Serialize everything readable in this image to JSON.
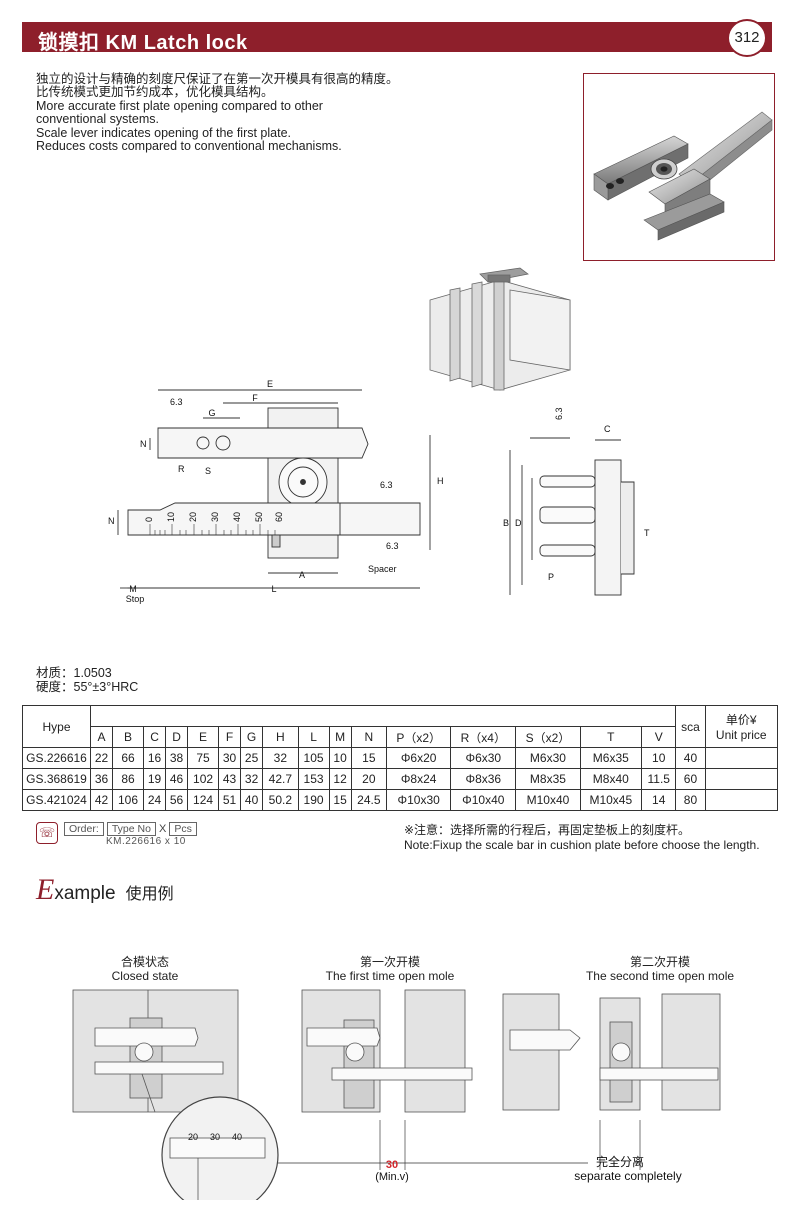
{
  "header": {
    "title": "锁摸扣  KM Latch lock",
    "page_number": "312"
  },
  "intro": {
    "lines": [
      "独立的设计与精确的刻度尺保证了在第一次开模具有很高的精度。",
      "比传统模式更加节约成本，优化模具结构。",
      "More accurate first plate opening compared to other",
      "conventional systems.",
      "Scale lever indicates opening of the first plate.",
      "Reduces costs compared to conventional mechanisms."
    ]
  },
  "drawing": {
    "labels": {
      "E": "E",
      "F": "F",
      "G": "G",
      "N": "N",
      "R": "R",
      "S": "S",
      "H": "H",
      "A": "A",
      "L": "L",
      "M": "M",
      "C": "C",
      "B": "B",
      "D": "D",
      "T": "T",
      "P": "P",
      "rough1": "6.3",
      "rough2": "6.3",
      "rough3": "6.3",
      "rough4": "6.3",
      "spacer": "Spacer",
      "stop": "Stop"
    },
    "scale_ticks": [
      "0",
      "10",
      "20",
      "30",
      "40",
      "50",
      "60"
    ]
  },
  "material": {
    "line1": "材质：1.0503",
    "line2": "硬度：55°±3°HRC"
  },
  "table": {
    "type_header": "Hype",
    "columns": [
      "A",
      "B",
      "C",
      "D",
      "E",
      "F",
      "G",
      "H",
      "L",
      "M",
      "N",
      "P（x2）",
      "R（x4）",
      "S（x2）",
      "T",
      "V"
    ],
    "sca_header": "sca",
    "price_header_cn": "单价¥",
    "price_header_en": "Unit price",
    "rows": [
      {
        "type": "GS.226616",
        "values": [
          "22",
          "66",
          "16",
          "38",
          "75",
          "30",
          "25",
          "32",
          "105",
          "10",
          "15",
          "Φ6x20",
          "Φ6x30",
          "M6x30",
          "M6x35",
          "10"
        ],
        "sca": "40",
        "price": ""
      },
      {
        "type": "GS.368619",
        "values": [
          "36",
          "86",
          "19",
          "46",
          "102",
          "43",
          "32",
          "42.7",
          "153",
          "12",
          "20",
          "Φ8x24",
          "Φ8x36",
          "M8x35",
          "M8x40",
          "11.5"
        ],
        "sca": "60",
        "price": ""
      },
      {
        "type": "GS.421024",
        "values": [
          "42",
          "106",
          "24",
          "56",
          "124",
          "51",
          "40",
          "50.2",
          "190",
          "15",
          "24.5",
          "Φ10x30",
          "Φ10x40",
          "M10x40",
          "M10x45",
          "14"
        ],
        "sca": "80",
        "price": ""
      }
    ]
  },
  "order": {
    "order_label": "Order:",
    "type_label": "Type No",
    "times": "X",
    "pcs_label": "Pcs",
    "example": "KM.226616  x  10"
  },
  "note": {
    "cn": "※注意：选择所需的行程后，再固定垫板上的刻度杆。",
    "en": "Note:Fixup the scale bar in cushion plate before choose the length."
  },
  "example": {
    "cap": "E",
    "rest": "xample",
    "cn": "使用例",
    "states": [
      {
        "cn": "合模状态",
        "en": "Closed state"
      },
      {
        "cn": "第一次开模",
        "en": "The first time open mole"
      },
      {
        "cn": "第二次开模",
        "en": "The second time open mole"
      }
    ],
    "dim_value": "30",
    "dim_note": "(Min.v)",
    "separate_cn": "完全分离",
    "separate_en": "separate completely",
    "zoom_ticks": [
      "20",
      "30",
      "40"
    ]
  },
  "colors": {
    "brand": "#8e1f2b",
    "dimension_red": "#d2262b"
  }
}
